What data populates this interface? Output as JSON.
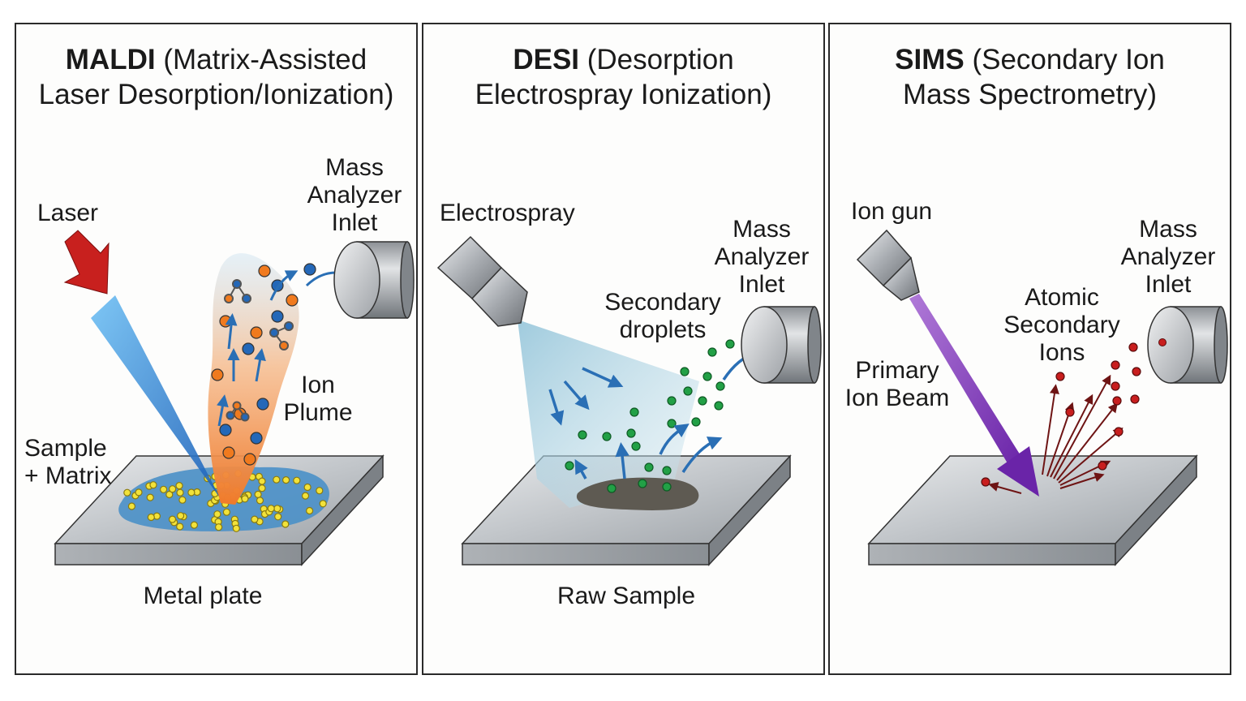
{
  "panels": [
    {
      "acronym": "MALDI",
      "title_line1": " (Matrix-Assisted",
      "title_line2": "Laser Desorption/Ionization)",
      "labels": {
        "laser": "Laser",
        "mass_line1": "Mass",
        "mass_line2": "Analyzer",
        "mass_line3": "Inlet",
        "plume_line1": "Ion",
        "plume_line2": "Plume",
        "sample_line1": "Sample",
        "sample_line2": "+ Matrix",
        "plate": "Metal plate"
      }
    },
    {
      "acronym": "DESI",
      "title_line1": " (Desorption",
      "title_line2": "Electrospray Ionization)",
      "labels": {
        "spray": "Electrospray",
        "mass_line1": "Mass",
        "mass_line2": "Analyzer",
        "mass_line3": "Inlet",
        "droplets_line1": "Secondary",
        "droplets_line2": "droplets",
        "plate": "Raw Sample"
      }
    },
    {
      "acronym": "SIMS",
      "title_line1": " (Secondary Ion",
      "title_line2": "Mass Spectrometry)",
      "labels": {
        "gun": "Ion gun",
        "mass_line1": "Mass",
        "mass_line2": "Analyzer",
        "mass_line3": "Inlet",
        "beam_line1": "Primary",
        "beam_line2": "Ion Beam",
        "ions_line1": "Atomic",
        "ions_line2": "Secondary",
        "ions_line3": "Ions"
      }
    }
  ],
  "colors": {
    "laser_arrow": "#c8201e",
    "laser_beam": "#1f7fd0",
    "plume": "#f08a3c",
    "matrix_dot": "#f2e23a",
    "sample_blob": "#4a90c8",
    "ion_orange": "#f07a1e",
    "ion_blue": "#2468b8",
    "flow_arrow": "#2a6fb5",
    "droplet_green": "#22a046",
    "spray_mist": "#9cc8dc",
    "raw_sample": "#5e5a52",
    "ion_beam": "#8a3cc0",
    "secondary_ion": "#c81e1e",
    "ion_arrow": "#6e1414",
    "metal": "#b8bcc0"
  }
}
